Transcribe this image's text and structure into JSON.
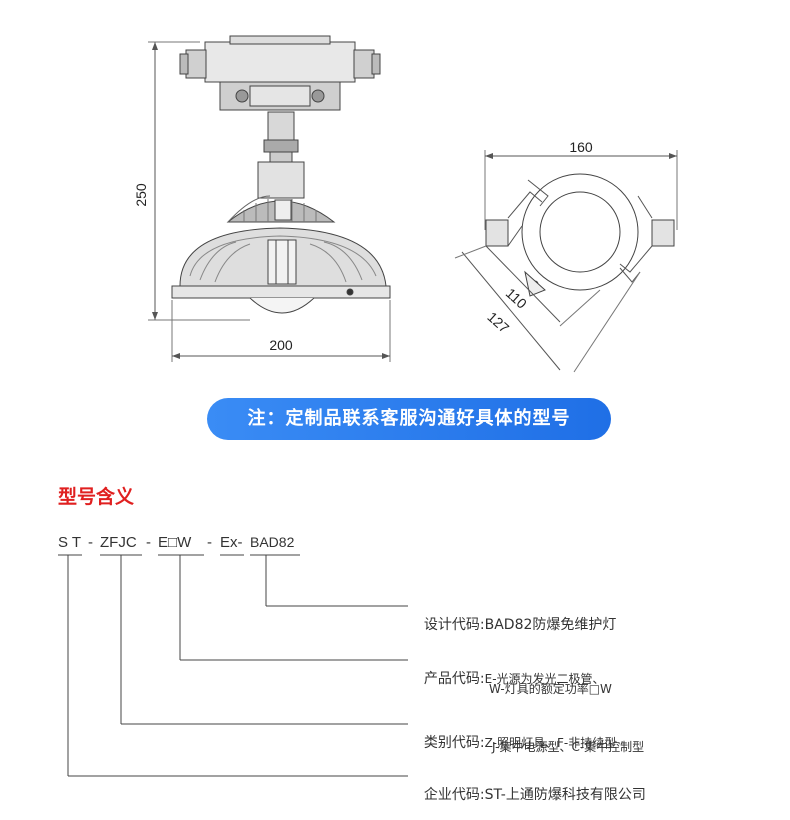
{
  "dimensions": {
    "height_label": "250",
    "width_label": "200",
    "top_view_width_label": "160",
    "inner_diag_label": "110",
    "outer_diag_label": "127"
  },
  "note": "注：定制品联系客服沟通好具体的型号",
  "model_section": {
    "title": "型号含义",
    "code_parts": [
      "S T",
      "-",
      "ZFJC",
      "-",
      "E□W",
      "-",
      "Ex-",
      "BAD82"
    ],
    "descriptions": [
      {
        "label": "设计代码:",
        "text": "BAD82防爆免维护灯"
      },
      {
        "label": "产品代码:",
        "text": "E-光源为发光二极管、",
        "sub": "W-灯具的额定功率□W"
      },
      {
        "label": "类别代码:",
        "text": "Z-照明灯具、F-非持续型",
        "sub": "J-集中电源型、C-集中控制型"
      },
      {
        "label": "企业代码:",
        "text": "ST-上通防爆科技有限公司"
      }
    ]
  }
}
